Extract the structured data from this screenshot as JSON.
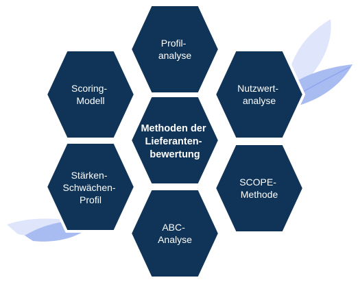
{
  "diagram": {
    "center": {
      "lines": [
        "Methoden der",
        "Lieferanten-",
        "bewertung"
      ]
    },
    "methods": [
      {
        "id": "profilanalyse",
        "lines": [
          "Profil-",
          "analyse"
        ]
      },
      {
        "id": "nutzwertanalyse",
        "lines": [
          "Nutzwert-",
          "analyse"
        ]
      },
      {
        "id": "scope-methode",
        "lines": [
          "SCOPE-",
          "Methode"
        ]
      },
      {
        "id": "abc-analyse",
        "lines": [
          "ABC-",
          "Analyse"
        ]
      },
      {
        "id": "staerken-schwaechen-profil",
        "lines": [
          "Stärken-",
          "Schwächen-",
          "Profil"
        ]
      },
      {
        "id": "scoring-modell",
        "lines": [
          "Scoring-",
          "Modell"
        ]
      }
    ]
  },
  "colors": {
    "hex_fill": "#0f3457",
    "hex_border": "#ffffff",
    "text": "#ffffff",
    "leaf_light": "#dfe6fb",
    "leaf_mid": "#a9bcf2",
    "leaf_dark": "#8da6ee"
  }
}
